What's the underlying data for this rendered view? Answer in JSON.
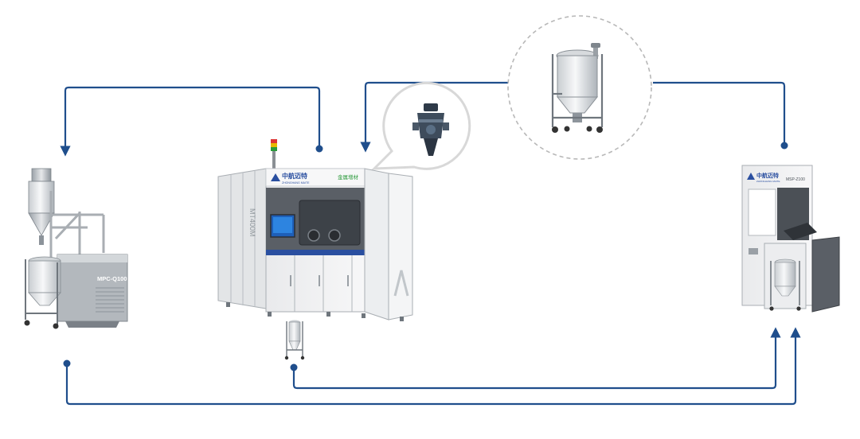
{
  "colors": {
    "flow_line": "#1f4e8c",
    "machine_white": "#f3f3f3",
    "machine_gray": "#bfc3c7",
    "dark_panel": "#5a5f66",
    "accent_blue": "#2a4fa0",
    "dashed_circle": "#b8b8b8"
  },
  "machines": {
    "powder_processor": {
      "model_label": "MPC-Q100",
      "icon": "powder-processing-station-icon"
    },
    "printer": {
      "brand_label": "中航迈特",
      "brand_sub": "ZHONGHANG MAITE",
      "side_model": "MT400M",
      "panel_label": "金属增材",
      "icon": "metal-3d-printer-icon"
    },
    "sieving_station": {
      "brand_label": "中航迈特",
      "brand_sub": "ZHONGHANG MAITE",
      "model_label": "MSP-Z100",
      "icon": "powder-sieving-station-icon"
    },
    "transfer_tank": {
      "icon": "powder-transfer-tank-icon"
    },
    "dosing_valve": {
      "icon": "dosing-valve-icon"
    },
    "collection_tank": {
      "icon": "collection-tank-icon"
    }
  }
}
